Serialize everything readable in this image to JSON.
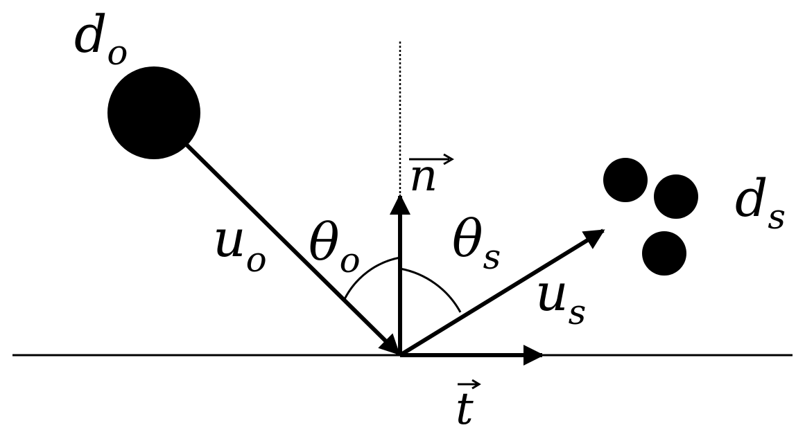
{
  "labels": {
    "incoming_diameter": {
      "main": "d",
      "sub": "o"
    },
    "incoming_velocity": {
      "main": "u",
      "sub": "o"
    },
    "incoming_angle": {
      "main": "θ",
      "sub": "o"
    },
    "splash_angle": {
      "main": "θ",
      "sub": "s"
    },
    "splash_velocity": {
      "main": "u",
      "sub": "s"
    },
    "splash_diameter": {
      "main": "d",
      "sub": "s"
    },
    "normal_vector": "n",
    "tangent_vector": "t"
  },
  "colors": {
    "ink": "#000000",
    "background": "#ffffff"
  }
}
